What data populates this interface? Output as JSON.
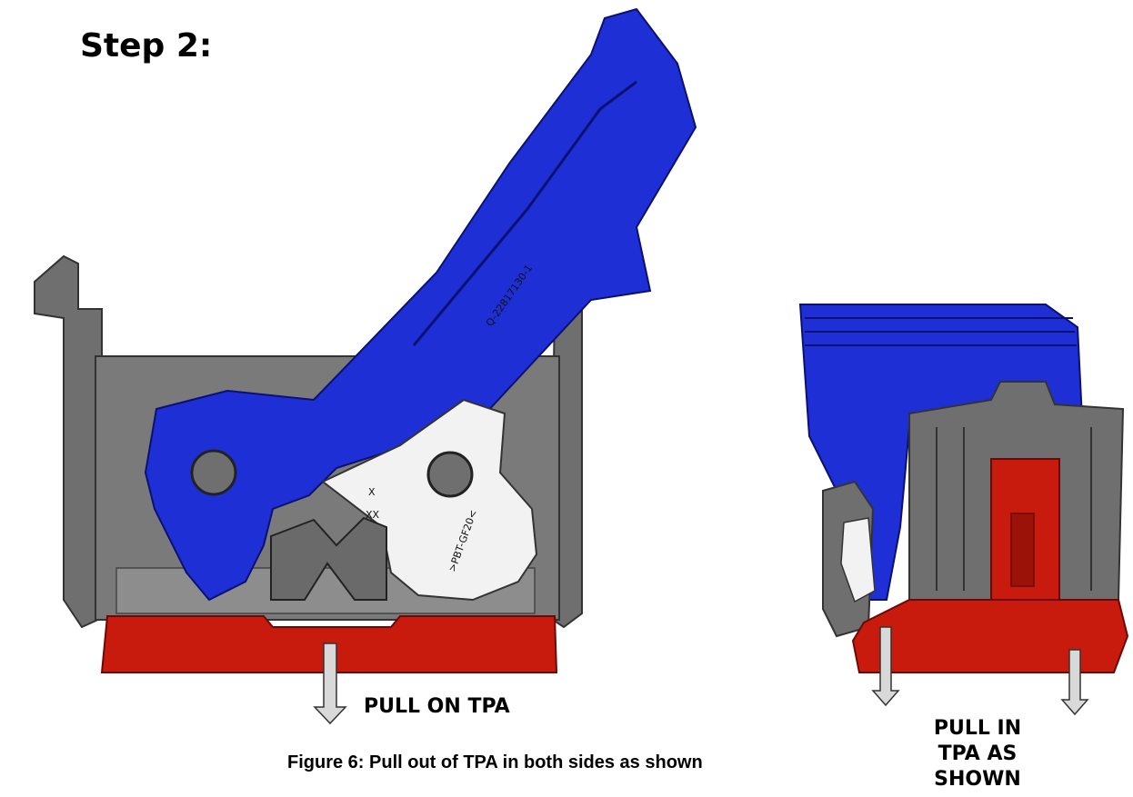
{
  "step_title": "Step 2:",
  "left_label": "PULL ON TPA",
  "right_label": [
    "PULL IN",
    "TPA AS",
    "SHOWN"
  ],
  "caption": "Figure 6: Pull out of TPA in both sides as shown",
  "part_marks": {
    "lever": "Q-22817130-1",
    "lock_x": "X",
    "lock_xx": "XX",
    "lock_material": ">PBT-GF20<"
  },
  "colors": {
    "housing": "#6f6f6f",
    "lever": "#1f2fd6",
    "tpa": "#c81b0d",
    "lock": "#f2f2f2",
    "arrow": "#d9d9d9"
  }
}
